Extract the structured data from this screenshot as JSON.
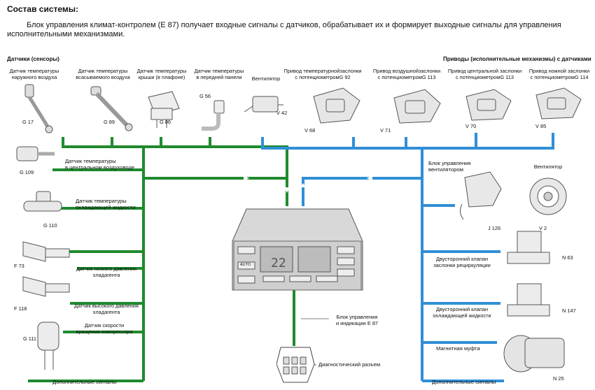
{
  "title": "Состав системы:",
  "intro": "Блок управления климат-контролем (E 87) получает входные сигналы с датчиков, обрабатывает их и формирует выходные сигналы для управления исполнительными механизмами.",
  "sensors_header": "Датчики (сенсоры)",
  "actuators_header": "Приводы (исполнительные механизмы) с датчиками",
  "top_sensors": [
    {
      "label": "Датчик температуры\nнаружного воздуха",
      "code": "G 17"
    },
    {
      "label": "Датчик температуры\nвсасываемого воздуха",
      "code": "G 89"
    },
    {
      "label": "Датчик температуры\nкрыши (в плафоне)",
      "code": "G 86"
    },
    {
      "label": "Датчик температуры\nв передней панели",
      "code": "G 56"
    },
    {
      "label": "Вентилятор",
      "code": "V 42"
    }
  ],
  "top_actuators": [
    {
      "label": "Привод температурнойзаслонки\nс потенциометромG 92",
      "code": "V 68"
    },
    {
      "label": "Привод воздушнойзаслонки\nс потенциометромG 113",
      "code": "V 71"
    },
    {
      "label": "Привод центральной заслонки\nс потенциометромG 113",
      "code": "V 70"
    },
    {
      "label": "Привод ножной заслонки\nс потенциометромG 114",
      "code": "V 85"
    }
  ],
  "left_sensors": [
    {
      "label": "Датчик температуры\nв центральном воздуховоде",
      "code": "G 109"
    },
    {
      "label": "Датчик температуры\nохлаждающей жидкости",
      "code": "G 110"
    },
    {
      "label": "Датчик низкого давления\nхладагента",
      "code": "F 73"
    },
    {
      "label": "Датчик высокого давления\nхладагента",
      "code": "F 118"
    },
    {
      "label": "Датчик скорости\nвращения компрессора",
      "code": "G 111"
    },
    {
      "label": "Дополнительные сигналы",
      "code": ""
    }
  ],
  "right_devices": [
    {
      "label": "Блок управления\nвентилятором",
      "code": "J 126"
    },
    {
      "label": "Вентилятор",
      "code": "V 2"
    },
    {
      "label": "Двусторонний клапан\nзаслонки рециркуляции",
      "code": "N 63"
    },
    {
      "label": "Двусторонний клапан\nохлаждающей жидкости",
      "code": "N 147"
    },
    {
      "label": "Магнитная муфта",
      "code": "N 25"
    },
    {
      "label": "Дополнительные сигналы",
      "code": ""
    }
  ],
  "control_unit": {
    "label": "Блок управления\nи индикации E 87",
    "display_value": "22",
    "auto_label": "AUTO"
  },
  "diagnostic": "Диагностический разъем",
  "colors": {
    "input_wire": "#1f8a2e",
    "output_wire": "#2f8fd6",
    "device": "#8a8a8a"
  }
}
